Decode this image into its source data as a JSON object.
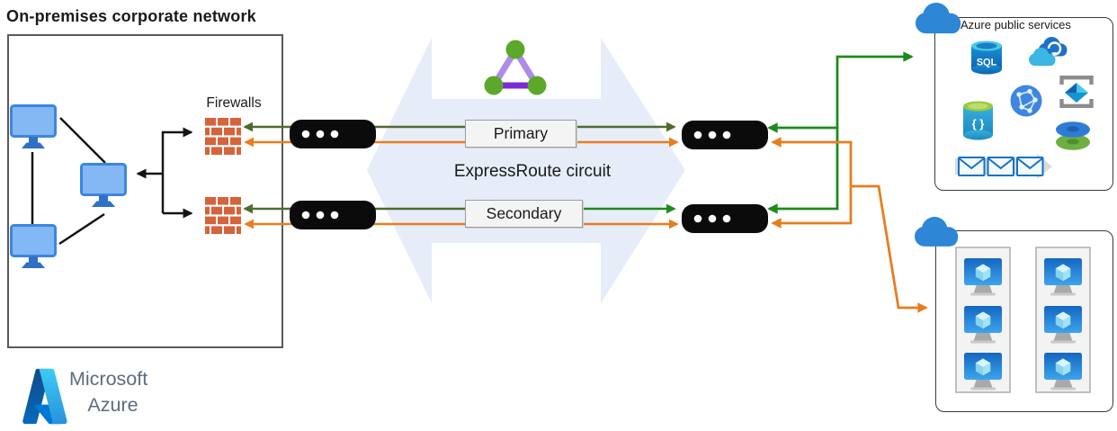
{
  "onprem": {
    "title": "On-premises corporate network",
    "firewalls_label": "Firewalls"
  },
  "circuit": {
    "name": "ExpressRoute circuit",
    "primary": "Primary",
    "secondary": "Secondary"
  },
  "azure": {
    "services_title": "Azure public services",
    "sql_text": "SQL",
    "braces_text": "{ }"
  },
  "branding": {
    "line1": "Microsoft",
    "line2": "Azure"
  },
  "colors": {
    "primary_path_green": "#4E6B2F",
    "azure_side_green": "#1E8A1E",
    "path_orange": "#E87D1E",
    "background_arrow_blue": "#E6EDF8",
    "monitor_blue": "#83B8F5",
    "firewall_brick": "#D5633C",
    "router_black": "#0B0B0B",
    "cloud_blue": "#2E86D6",
    "azure_brand_blue": "#0078D4"
  }
}
